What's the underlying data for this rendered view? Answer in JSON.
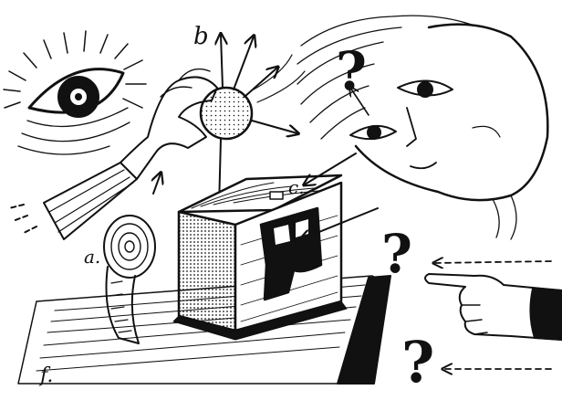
{
  "labels": {
    "a": "a.",
    "b": "b",
    "c": "c.",
    "f": "f."
  },
  "question_mark": "?",
  "colors": {
    "ink": "#111111",
    "paper": "#ffffff"
  },
  "figures": [
    "eye-icon",
    "hand-holding-ball",
    "textured-sphere",
    "tape-measure",
    "box-with-hole",
    "woman-face",
    "pointing-hand",
    "table-surface"
  ]
}
